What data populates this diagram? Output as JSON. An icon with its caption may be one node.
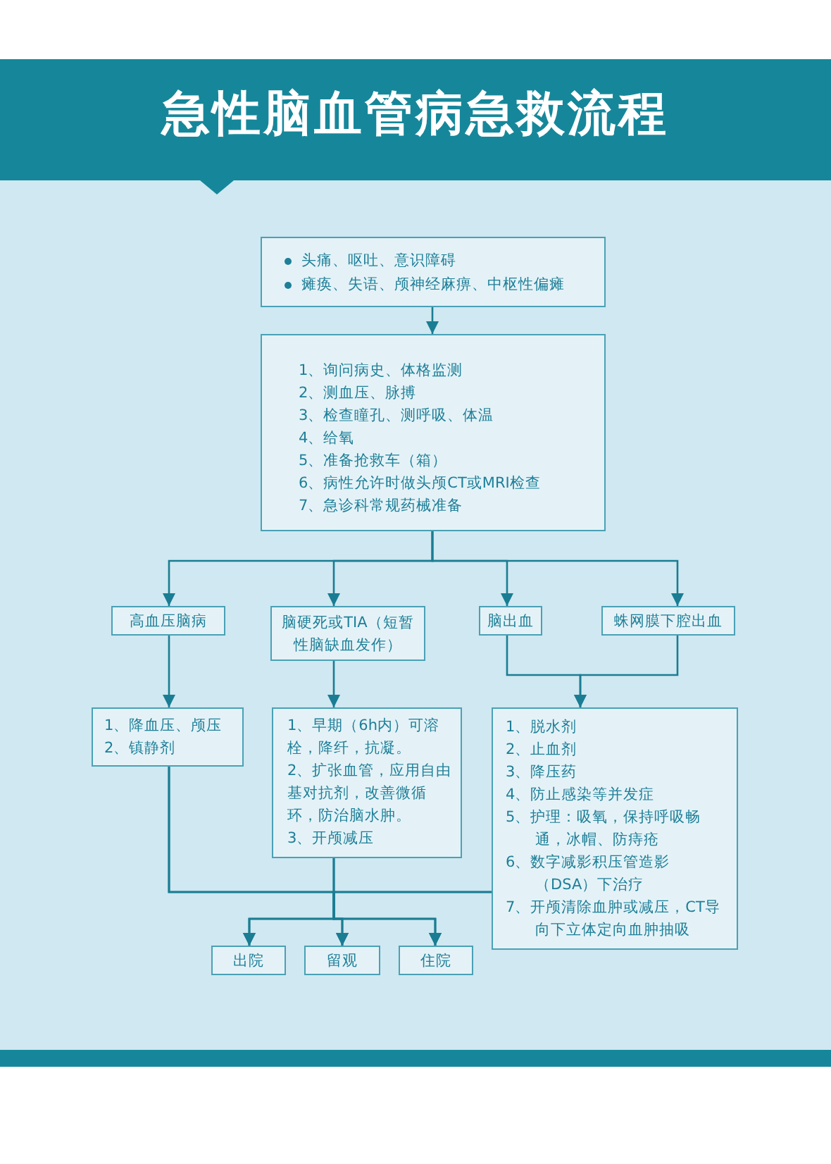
{
  "diagram": {
    "title": "急性脑血管病急救流程",
    "nodes": [
      {
        "text": [
          "头痛、呕吐、意识障碍",
          "瘫痪、失语、颅神经麻痹、中枢性偏瘫"
        ]
      },
      {
        "text": [
          "1、询问病史、体格监测",
          "2、测血压、脉搏",
          "3、检查瞳孔、测呼吸、体温",
          "4、给氧",
          "5、准备抢救车（箱）",
          "6、病性允许时做头颅CT或MRI检查",
          "7、急诊科常规药械准备"
        ]
      },
      {
        "text": [
          "高血压脑病"
        ]
      },
      {
        "text": [
          "脑硬死或TIA（短暂性脑缺血发作）"
        ]
      },
      {
        "text": [
          "脑出血"
        ]
      },
      {
        "text": [
          "蛛网膜下腔出血"
        ]
      },
      {
        "text": [
          "1、降血压、颅压",
          "2、镇静剂"
        ]
      },
      {
        "text": [
          "1、早期（6h内）可溶栓，降纤，抗凝。",
          "2、扩张血管，应用自由基对抗剂，改善微循环，防治脑水肿。",
          "3、开颅减压"
        ]
      },
      {
        "text": [
          "1、脱水剂",
          "2、止血剂",
          "3、降压药",
          "4、防止感染等并发症",
          "5、护理：吸氧，保持呼吸畅通，冰帽、防痔疮",
          "6、数字减影积压管造影（DSA）下治疗",
          "7、开颅清除血肿或减压，CT导向下立体定向血肿抽吸"
        ]
      },
      {
        "text": [
          "出院"
        ]
      },
      {
        "text": [
          "留观"
        ]
      },
      {
        "text": [
          "住院"
        ]
      }
    ],
    "edges": [
      {
        "from": 0,
        "to": 1,
        "arrow": "to"
      },
      {
        "from": 1,
        "to": 2,
        "arrow": "to"
      },
      {
        "from": 1,
        "to": 3,
        "arrow": "to"
      },
      {
        "from": 1,
        "to": 4,
        "arrow": "to"
      },
      {
        "from": 1,
        "to": 5,
        "arrow": "to"
      },
      {
        "from": 2,
        "to": 6,
        "arrow": "to"
      },
      {
        "from": 3,
        "to": 7,
        "arrow": "to"
      },
      {
        "from": 4,
        "to": 8,
        "arrow": "to"
      },
      {
        "from": 5,
        "to": 8,
        "arrow": "to"
      },
      {
        "from": 6,
        "to": 9,
        "arrow": "to"
      },
      {
        "from": 6,
        "to": 10,
        "arrow": "to"
      },
      {
        "from": 6,
        "to": 11,
        "arrow": "to"
      },
      {
        "from": 7,
        "to": 9,
        "arrow": "to"
      },
      {
        "from": 7,
        "to": 10,
        "arrow": "to"
      },
      {
        "from": 7,
        "to": 11,
        "arrow": "to"
      },
      {
        "from": 8,
        "to": 9,
        "arrow": "to"
      },
      {
        "from": 8,
        "to": 10,
        "arrow": "to"
      },
      {
        "from": 8,
        "to": 11,
        "arrow": "to"
      }
    ]
  }
}
